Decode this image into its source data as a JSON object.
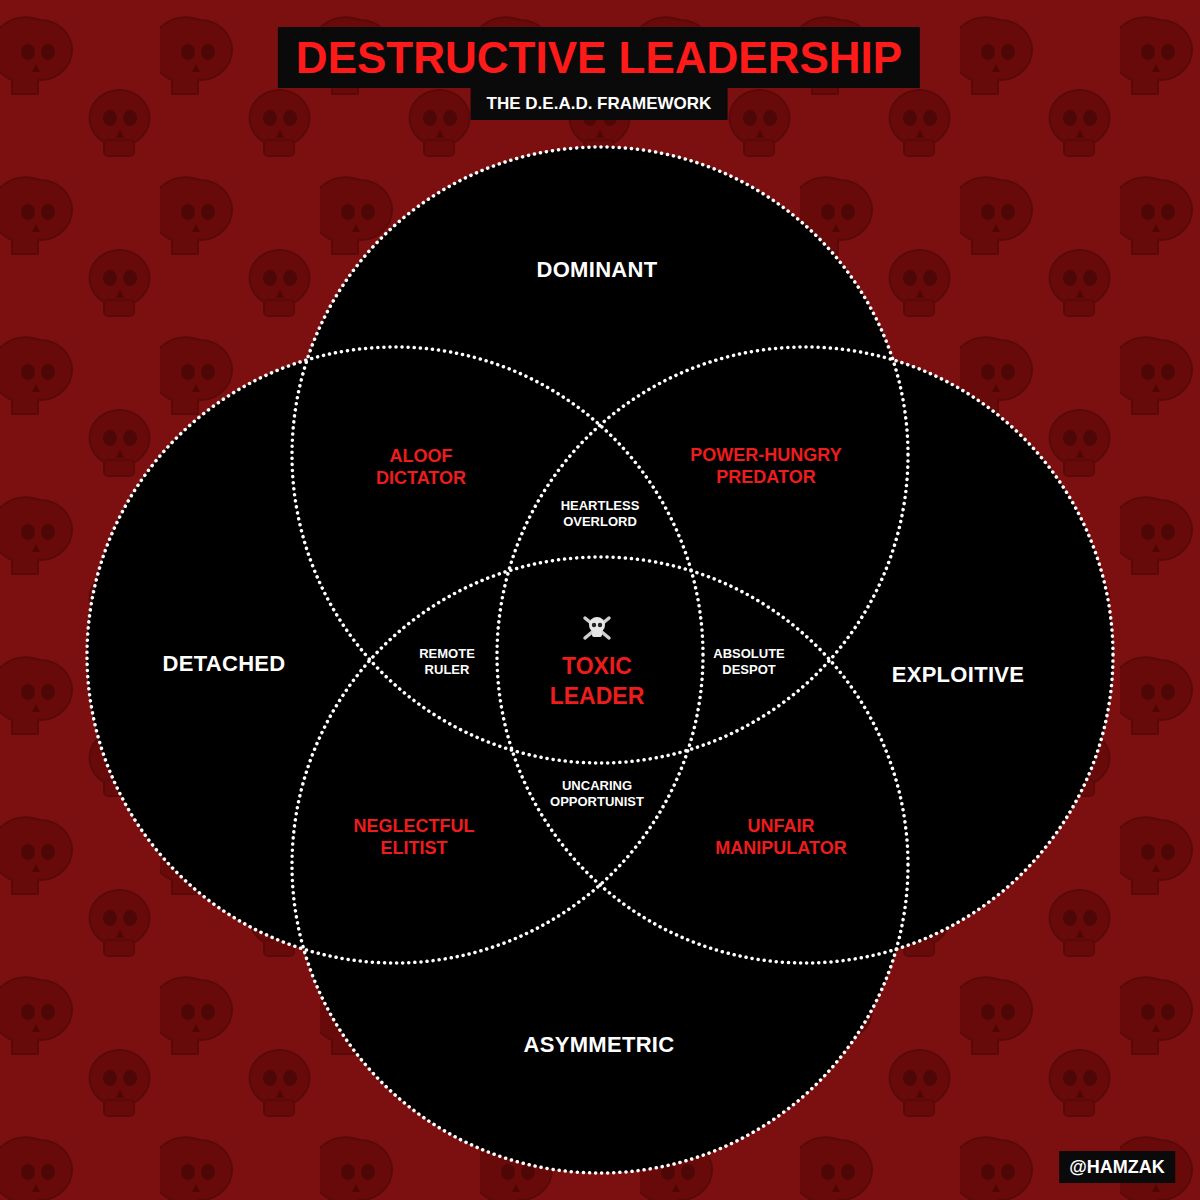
{
  "diagram": {
    "title": "DESTRUCTIVE LEADERSHIP",
    "nodes": [
      {
        "text": [
          "DOMINANT"
        ]
      },
      {
        "text": [
          "DETACHED"
        ]
      },
      {
        "text": [
          "EXPLOITIVE"
        ]
      },
      {
        "text": [
          "ASYMMETRIC"
        ]
      }
    ],
    "labels": [
      "THE D.E.A.D. FRAMEWORK",
      "ALOOF DICTATOR",
      "POWER-HUNGRY PREDATOR",
      "HEARTLESS OVERLORD",
      "REMOTE RULER",
      "TOXIC LEADER",
      "ABSOLUTE DESPOT",
      "UNCARING OPPORTUNIST",
      "NEGLECTFUL ELITIST",
      "UNFAIR MANIPULATOR",
      "@HAMZAK"
    ]
  }
}
